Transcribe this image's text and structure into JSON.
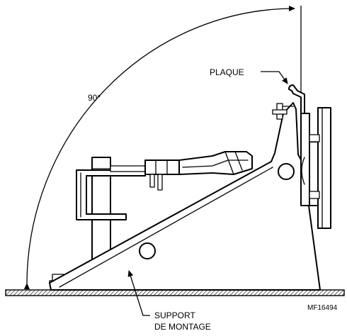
{
  "labels": {
    "angle": "90°",
    "plate": "PLAQUE",
    "support_line1": "SUPPORT",
    "support_line2": "DE MONTAGE",
    "figure_code": "MF16494"
  }
}
